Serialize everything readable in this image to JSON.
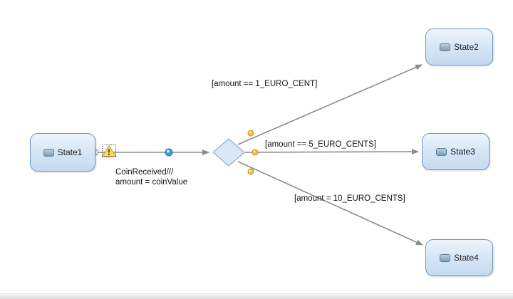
{
  "states": [
    {
      "label": "State1"
    },
    {
      "label": "State2"
    },
    {
      "label": "State3"
    },
    {
      "label": "State4"
    }
  ],
  "transition": {
    "trigger_line1": "CoinReceived///",
    "trigger_line2": "amount = coinValue"
  },
  "guards": [
    {
      "label": "[amount == 1_EURO_CENT]"
    },
    {
      "label": "[amount == 5_EURO_CENTS]"
    },
    {
      "label": "[amount = 10_EURO_CENTS]"
    }
  ],
  "icons": {
    "warning": "warning-triangle",
    "trigger_marker": "blue-round-marker",
    "guard_point": "yellow-round-marker",
    "anchor": "circle-x-anchor",
    "choice": "diamond"
  },
  "colors": {
    "state_fill_top": "#eef5fc",
    "state_fill_bottom": "#c5d9ef",
    "state_border": "#6f97c2",
    "line": "#8c8c8c",
    "choice_fill": "#d9e7f6",
    "choice_border": "#8fadd0",
    "warning_fill": "#ffd95e",
    "guard_point_fill": "#f6c63d",
    "trigger_marker_fill": "#35a3cb"
  }
}
